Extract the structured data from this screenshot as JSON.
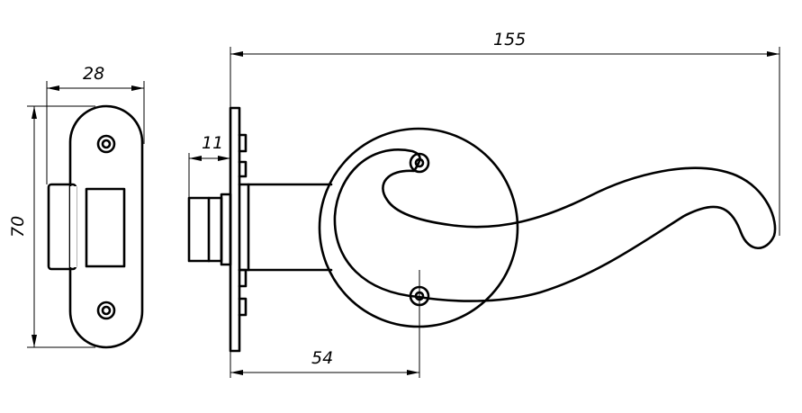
{
  "dimensions": {
    "overall_length": "155",
    "strike_width": "28",
    "strike_height": "70",
    "latch_projection": "11",
    "backset": "54"
  }
}
